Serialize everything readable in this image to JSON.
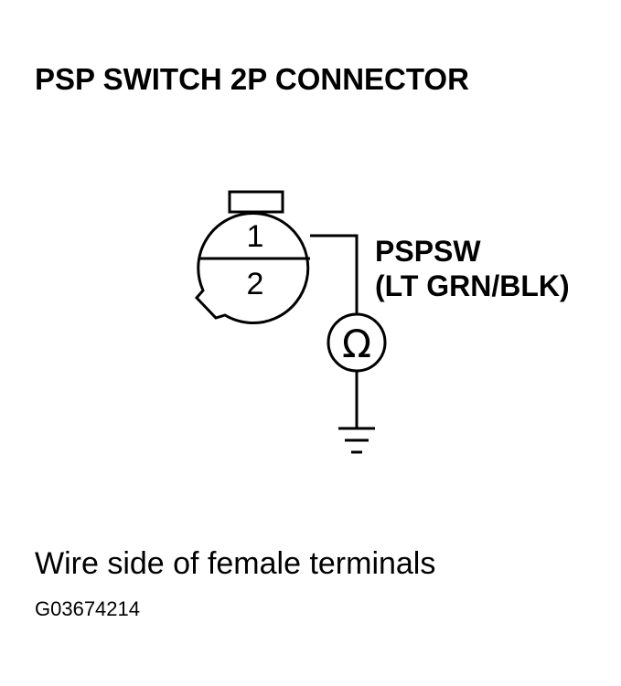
{
  "title": "PSP SWITCH 2P CONNECTOR",
  "connector": {
    "terminal_1": "1",
    "terminal_2": "2"
  },
  "wire": {
    "name": "PSPSW",
    "color": "(LT GRN/BLK)"
  },
  "meter": {
    "symbol": "Ω",
    "icon": "ohmmeter-icon"
  },
  "ground": {
    "icon": "ground-icon"
  },
  "caption": "Wire side of female terminals",
  "figure_code": "G03674214"
}
